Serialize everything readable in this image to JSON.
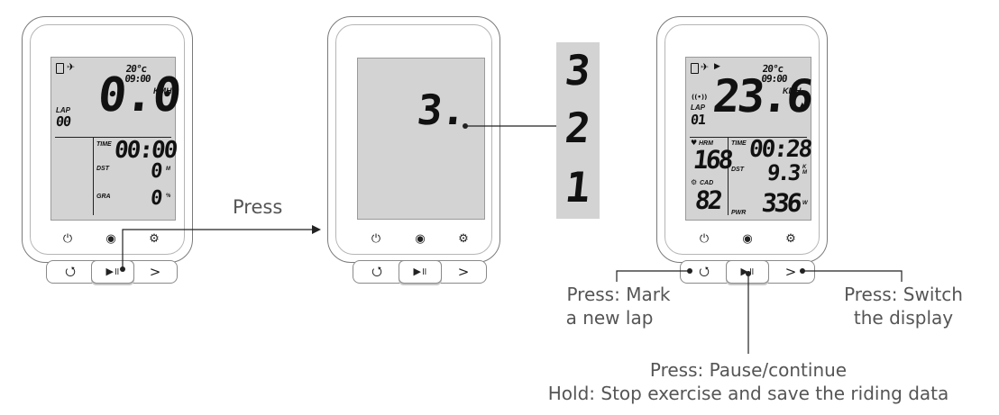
{
  "left_device": {
    "time": "20°c 09:00",
    "speed": "0.0",
    "speed_unit": "KMH",
    "lap_label": "LAP",
    "lap_value": "00",
    "time_label": "TIME",
    "time_value": "00:00",
    "dst_label": "DST",
    "dst_value": "0",
    "dst_unit": "M",
    "gra_label": "GRA",
    "gra_value": "0",
    "gra_unit": "%"
  },
  "press_label": "Press",
  "middle_device": {
    "countdown_value": "3."
  },
  "countdown_strip": [
    "3",
    "2",
    "1"
  ],
  "right_device": {
    "time": "20°c 09:00",
    "speed": "23.6",
    "speed_unit": "KMH",
    "lap_label": "LAP",
    "lap_value": "01",
    "hrm_label": "HRM",
    "hrm_value": "168",
    "time_label": "TIME",
    "time_value": "00:28",
    "dst_label": "DST",
    "dst_value": "9.3",
    "dst_unit": "KM",
    "cad_label": "CAD",
    "cad_value": "82",
    "pwr_label": "PWR",
    "pwr_value": "336",
    "pwr_unit": "W"
  },
  "icons": {
    "power": "⏻",
    "record": "◉",
    "settings": "⚙",
    "lap": "⭯",
    "play_pause": "▶॥",
    "next": ">"
  },
  "callouts": {
    "lap_line1": "Press: Mark",
    "lap_line2": "a new lap",
    "switch_line1": "Press: Switch",
    "switch_line2": "the display",
    "pause_line1": "Press: Pause/continue",
    "pause_line2": "Hold: Stop exercise and save the riding data"
  }
}
